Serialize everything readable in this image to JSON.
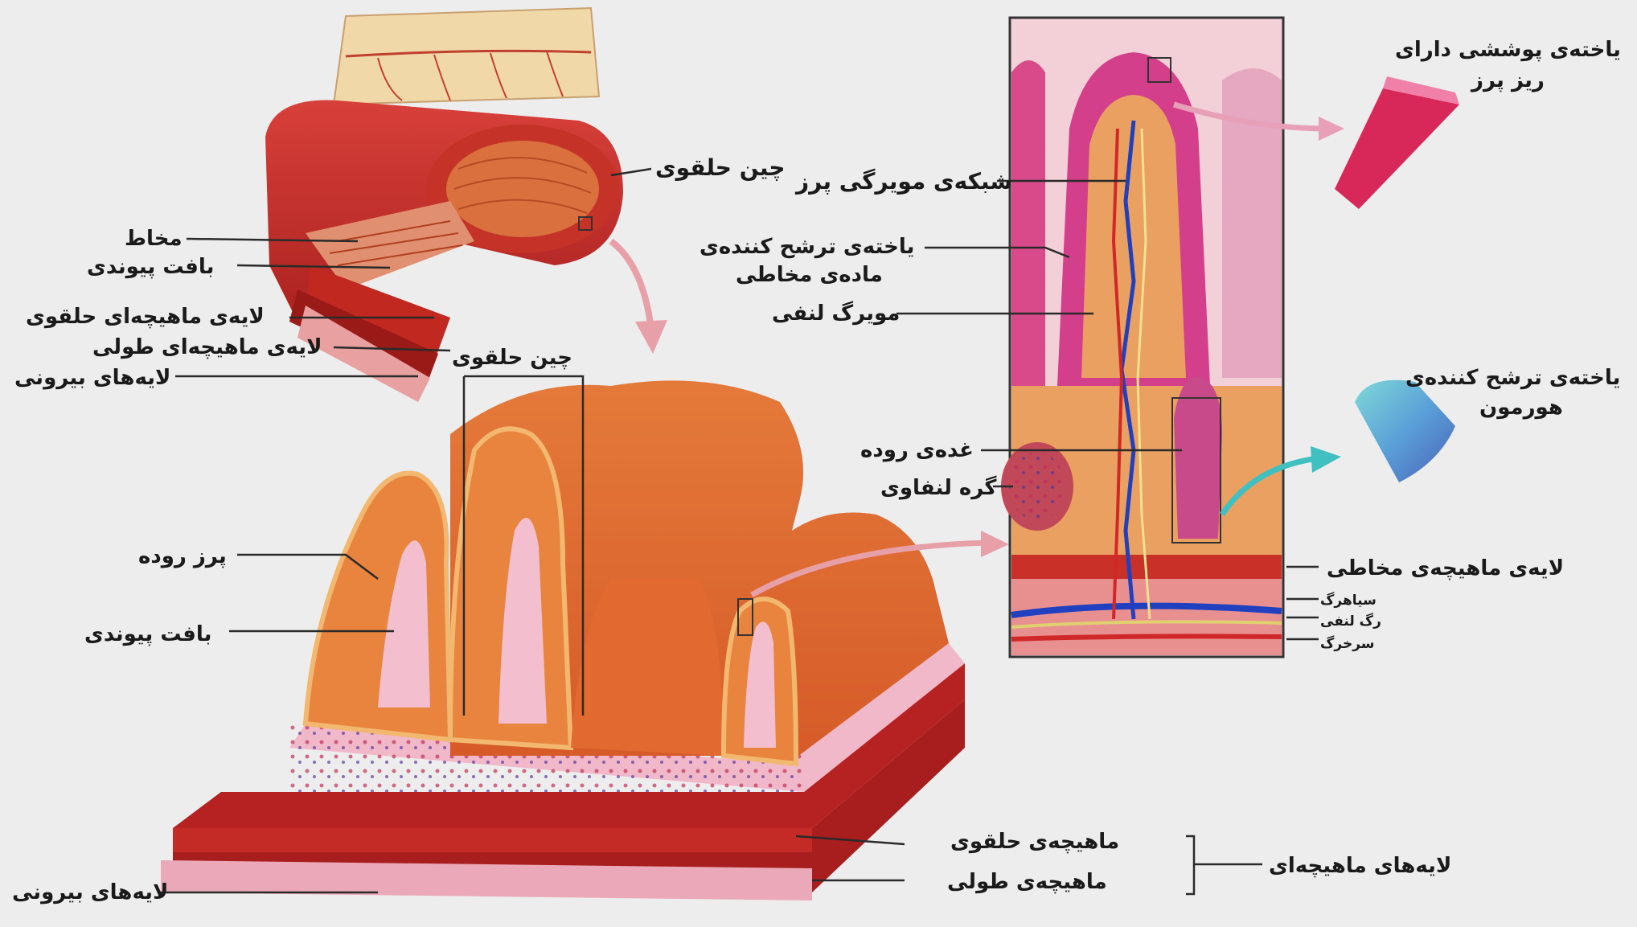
{
  "labels": {
    "circular_fold_top": "چین حلقوی",
    "mucosa": "مخاط",
    "connective_tissue_top": "بافت پیوندی",
    "circular_muscle_layer": "لایه‌ی ماهیچه‌ای حلقوی",
    "longitudinal_muscle_layer": "لایه‌ی ماهیچه‌ای طولی",
    "outer_layers_top": "لایه‌های بیرونی",
    "circular_fold_middle": "چین حلقوی",
    "villus": "پرز روده",
    "connective_tissue_bottom": "بافت پیوندی",
    "outer_layers_bottom": "لایه‌های بیرونی",
    "circular_muscle": "ماهیچه‌ی حلقوی",
    "longitudinal_muscle": "ماهیچه‌ی طولی",
    "muscle_layers": "لایه‌های ماهیچه‌ای",
    "villus_capillary_network": "شبکه‌ی مویرگی پرز",
    "mucus_secreting_cell_1": "یاخته‌ی ترشح کننده‌ی",
    "mucus_secreting_cell_2": "ماده‌ی مخاطی",
    "lymph_capillary": "مویرگ لنفی",
    "intestinal_gland": "غده‌ی روده",
    "lymph_node": "گره لنفاوی",
    "muscularis_mucosae": "لایه‌ی ماهیچه‌ی مخاطی",
    "vein": "سیاهرگ",
    "lymph_vessel": "رگ لنفی",
    "artery": "سرخرگ",
    "epithelial_cell_1": "یاخته‌ی پوششی دارای",
    "epithelial_cell_2": "ریز پرز",
    "hormone_cell_1": "یاخته‌ی ترشح کننده‌ی",
    "hormone_cell_2": "هورمون"
  }
}
